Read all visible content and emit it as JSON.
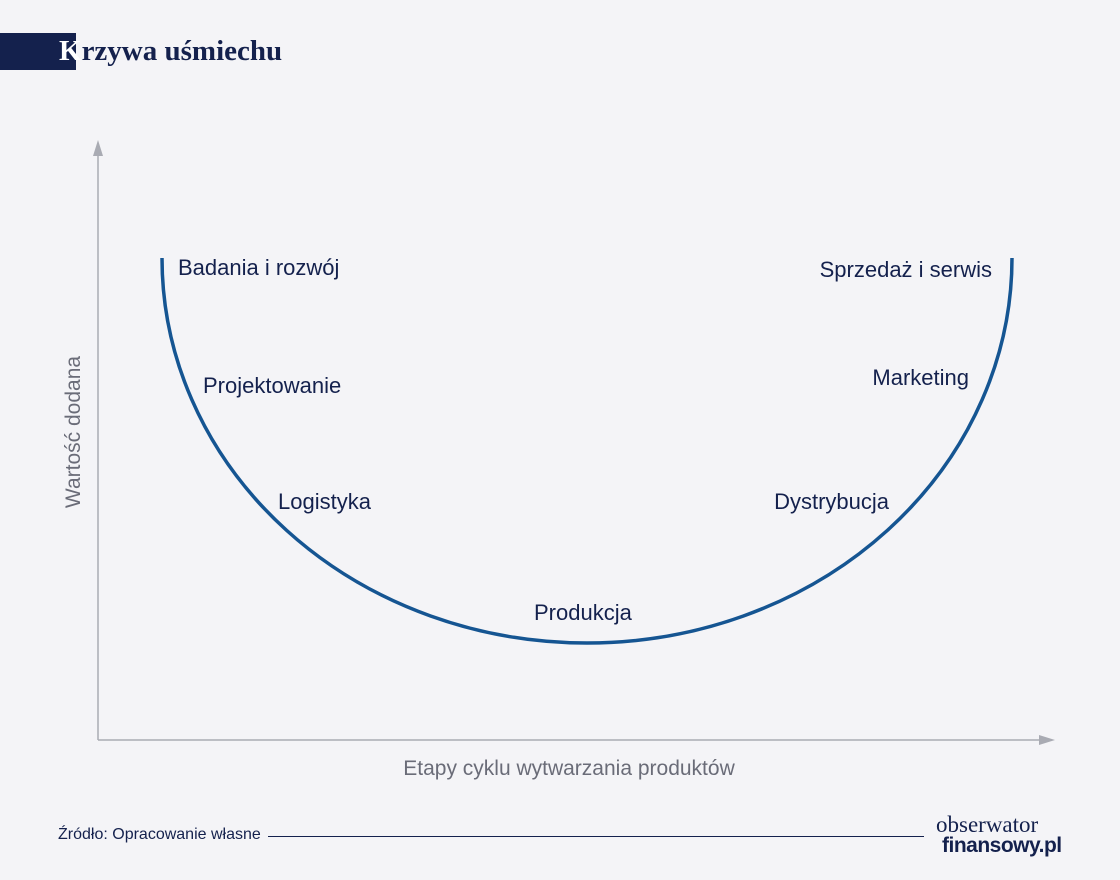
{
  "header": {
    "title_first_letter": "K",
    "title_rest": "rzywa uśmiechu"
  },
  "diagram": {
    "y_axis_label": "Wartość dodana",
    "x_axis_label": "Etapy cyklu wytwarzania produktów",
    "curve_color": "#155592",
    "stages": {
      "research": "Badania i rozwój",
      "design": "Projektowanie",
      "logistics": "Logistyka",
      "production": "Produkcja",
      "distribution": "Dystrybucja",
      "marketing": "Marketing",
      "sales_service": "Sprzedaż i serwis"
    }
  },
  "footer": {
    "source": "Źródło: Opracowanie własne",
    "logo_top": "obserwator",
    "logo_bottom": "finansowy.pl"
  }
}
